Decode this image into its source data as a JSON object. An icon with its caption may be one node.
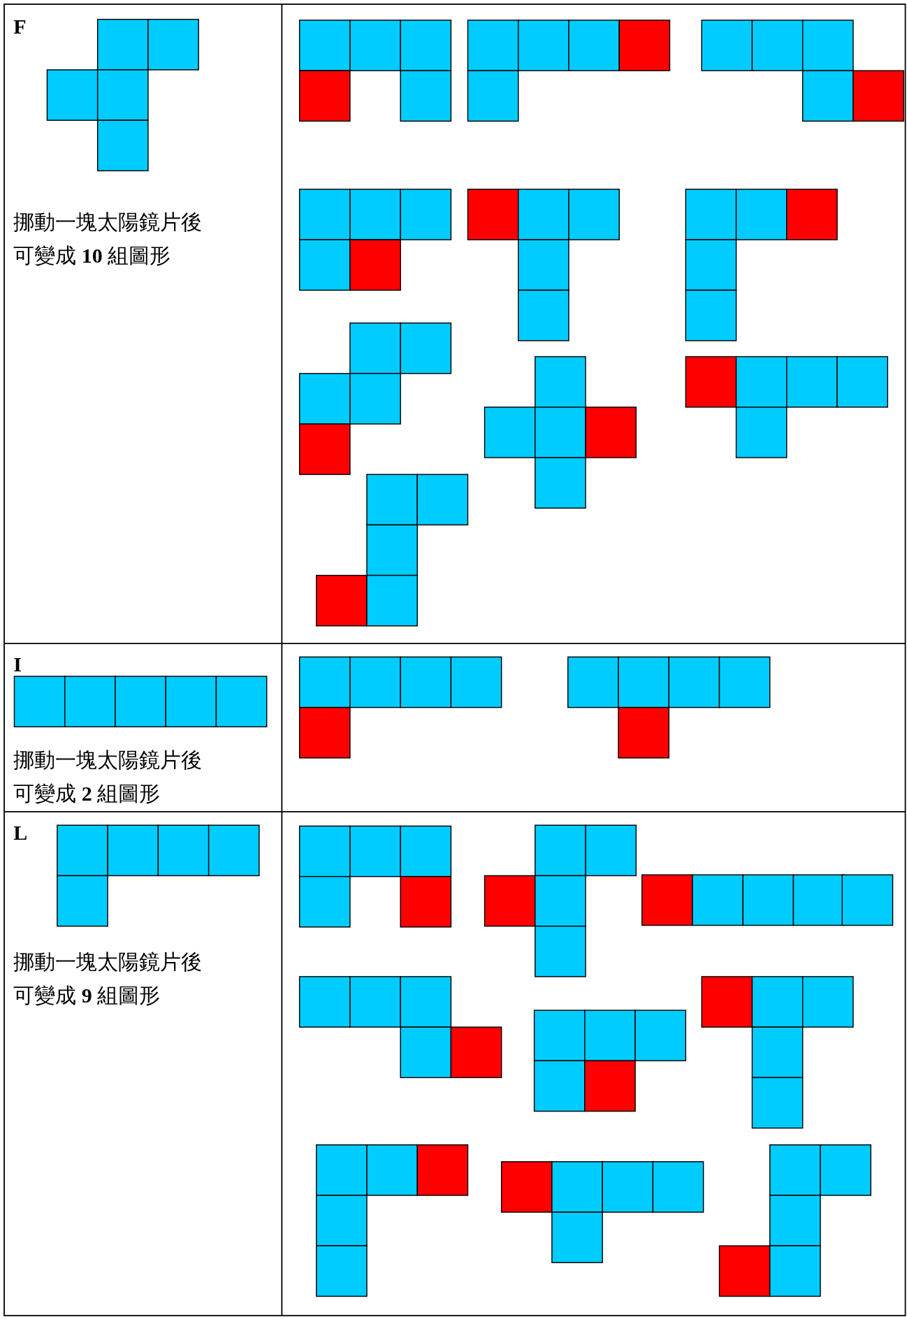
{
  "diagram": {
    "labels": [
      "F",
      "挪動一塊太陽鏡片後可變成 **10** 組圖形",
      "I",
      "挪動一塊太陽鏡片後可變成 **2** 組圖形",
      "L",
      "挪動一塊太陽鏡片後可變成 **9** 組圖形"
    ]
  }
}
